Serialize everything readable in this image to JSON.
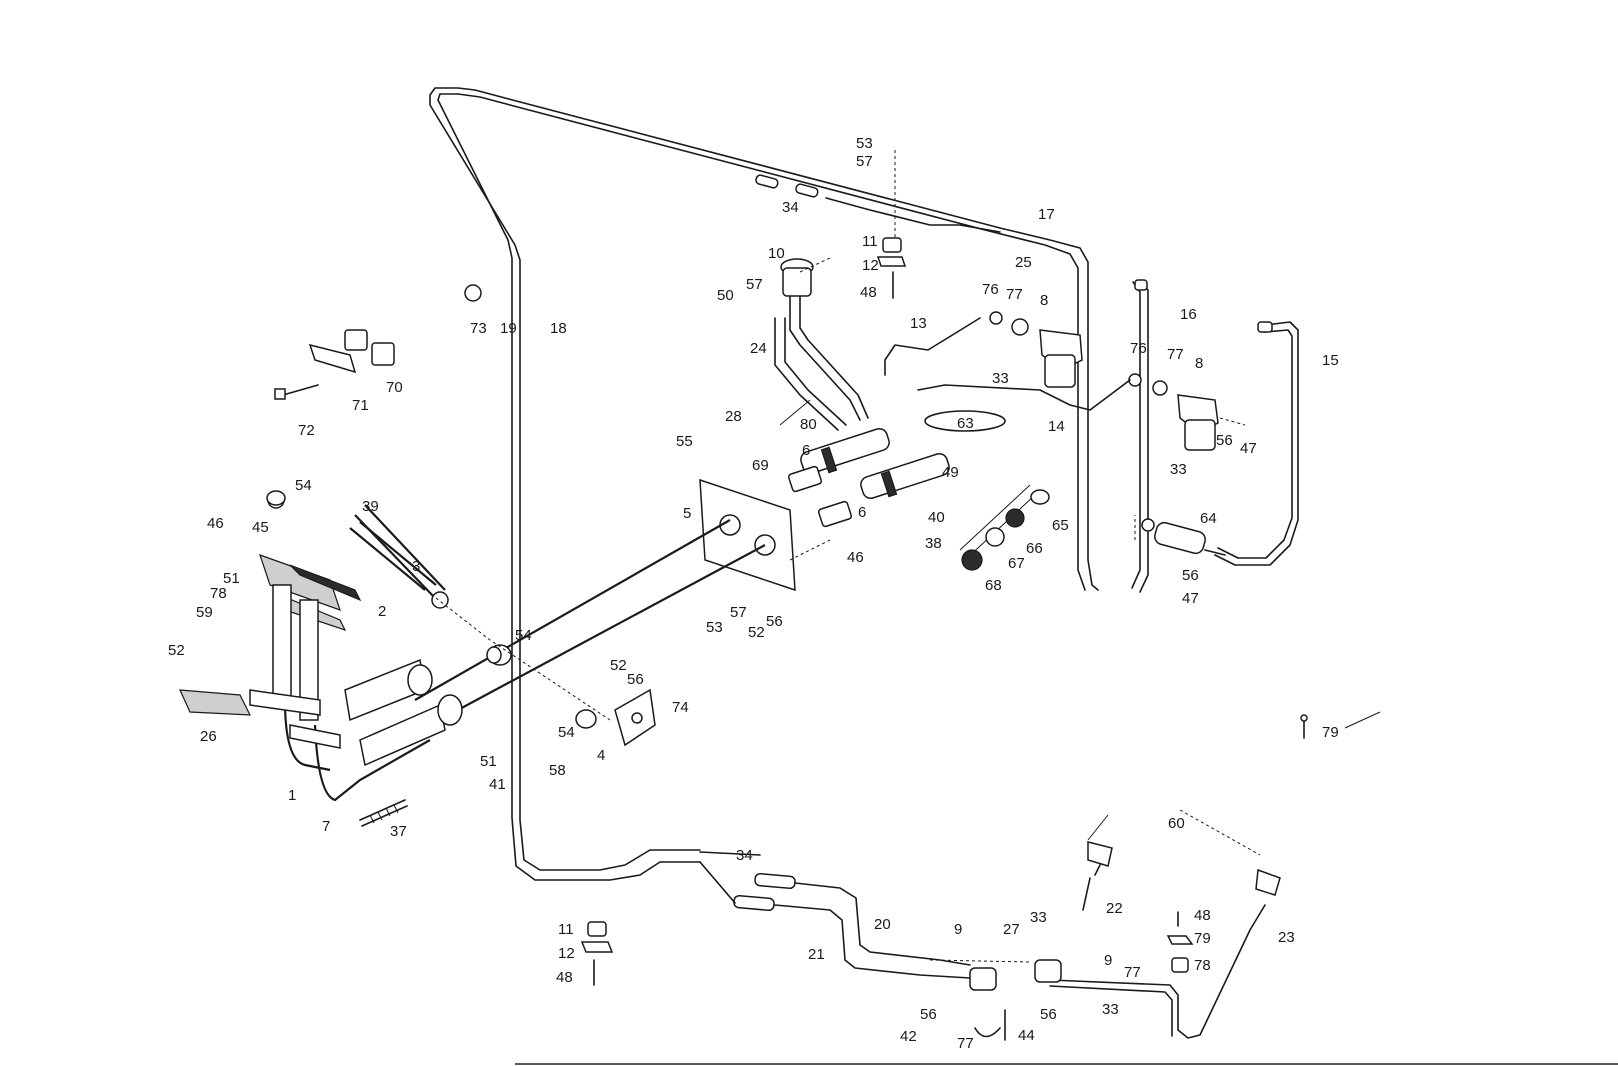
{
  "labels": [
    {
      "id": "l53a",
      "text": "53"
    },
    {
      "id": "l57a",
      "text": "57"
    },
    {
      "id": "l34a",
      "text": "34"
    },
    {
      "id": "l17",
      "text": "17"
    },
    {
      "id": "l25",
      "text": "25"
    },
    {
      "id": "l10",
      "text": "10"
    },
    {
      "id": "l11a",
      "text": "11"
    },
    {
      "id": "l12a",
      "text": "12"
    },
    {
      "id": "l48a",
      "text": "48"
    },
    {
      "id": "l57b",
      "text": "57"
    },
    {
      "id": "l50",
      "text": "50"
    },
    {
      "id": "l76a",
      "text": "76"
    },
    {
      "id": "l77a",
      "text": "77"
    },
    {
      "id": "l8a",
      "text": "8"
    },
    {
      "id": "l16",
      "text": "16"
    },
    {
      "id": "l15",
      "text": "15"
    },
    {
      "id": "l73",
      "text": "73"
    },
    {
      "id": "l19",
      "text": "19"
    },
    {
      "id": "l18",
      "text": "18"
    },
    {
      "id": "l70",
      "text": "70"
    },
    {
      "id": "l71",
      "text": "71"
    },
    {
      "id": "l72",
      "text": "72"
    },
    {
      "id": "l24",
      "text": "24"
    },
    {
      "id": "l13",
      "text": "13"
    },
    {
      "id": "l33a",
      "text": "33"
    },
    {
      "id": "l76b",
      "text": "76"
    },
    {
      "id": "l77b",
      "text": "77"
    },
    {
      "id": "l8b",
      "text": "8"
    },
    {
      "id": "l28",
      "text": "28"
    },
    {
      "id": "l80",
      "text": "80"
    },
    {
      "id": "l63",
      "text": "63"
    },
    {
      "id": "l14",
      "text": "14"
    },
    {
      "id": "l56a",
      "text": "56"
    },
    {
      "id": "l47a",
      "text": "47"
    },
    {
      "id": "l33b",
      "text": "33"
    },
    {
      "id": "l55",
      "text": "55"
    },
    {
      "id": "l69",
      "text": "69"
    },
    {
      "id": "l6a",
      "text": "6"
    },
    {
      "id": "l49",
      "text": "49"
    },
    {
      "id": "l5",
      "text": "5"
    },
    {
      "id": "l6b",
      "text": "6"
    },
    {
      "id": "l40",
      "text": "40"
    },
    {
      "id": "l65",
      "text": "65"
    },
    {
      "id": "l38",
      "text": "38"
    },
    {
      "id": "l66",
      "text": "66"
    },
    {
      "id": "l67",
      "text": "67"
    },
    {
      "id": "l68",
      "text": "68"
    },
    {
      "id": "l64",
      "text": "64"
    },
    {
      "id": "l56b",
      "text": "56"
    },
    {
      "id": "l47b",
      "text": "47"
    },
    {
      "id": "l54a",
      "text": "54"
    },
    {
      "id": "l39",
      "text": "39"
    },
    {
      "id": "l46a",
      "text": "46"
    },
    {
      "id": "l45",
      "text": "45"
    },
    {
      "id": "l3",
      "text": "3"
    },
    {
      "id": "l51a",
      "text": "51"
    },
    {
      "id": "l78a",
      "text": "78"
    },
    {
      "id": "l59",
      "text": "59"
    },
    {
      "id": "l2",
      "text": "2"
    },
    {
      "id": "l52a",
      "text": "52"
    },
    {
      "id": "l46b",
      "text": "46"
    },
    {
      "id": "l53b",
      "text": "53"
    },
    {
      "id": "l57c",
      "text": "57"
    },
    {
      "id": "l52b",
      "text": "52"
    },
    {
      "id": "l56c",
      "text": "56"
    },
    {
      "id": "l54b",
      "text": "54"
    },
    {
      "id": "l52c",
      "text": "52"
    },
    {
      "id": "l56d",
      "text": "56"
    },
    {
      "id": "l26",
      "text": "26"
    },
    {
      "id": "l74",
      "text": "74"
    },
    {
      "id": "l54c",
      "text": "54"
    },
    {
      "id": "l4",
      "text": "4"
    },
    {
      "id": "l51b",
      "text": "51"
    },
    {
      "id": "l41",
      "text": "41"
    },
    {
      "id": "l58",
      "text": "58"
    },
    {
      "id": "l1",
      "text": "1"
    },
    {
      "id": "l7",
      "text": "7"
    },
    {
      "id": "l37",
      "text": "37"
    },
    {
      "id": "l79a",
      "text": "79"
    },
    {
      "id": "l60",
      "text": "60"
    },
    {
      "id": "l34b",
      "text": "34"
    },
    {
      "id": "l22",
      "text": "22"
    },
    {
      "id": "l48b",
      "text": "48"
    },
    {
      "id": "l79b",
      "text": "79"
    },
    {
      "id": "l23",
      "text": "23"
    },
    {
      "id": "l78b",
      "text": "78"
    },
    {
      "id": "l11b",
      "text": "11"
    },
    {
      "id": "l12b",
      "text": "12"
    },
    {
      "id": "l48c",
      "text": "48"
    },
    {
      "id": "l20",
      "text": "20"
    },
    {
      "id": "l21",
      "text": "21"
    },
    {
      "id": "l9a",
      "text": "9"
    },
    {
      "id": "l27",
      "text": "27"
    },
    {
      "id": "l33c",
      "text": "33"
    },
    {
      "id": "l9b",
      "text": "9"
    },
    {
      "id": "l77c",
      "text": "77"
    },
    {
      "id": "l56e",
      "text": "56"
    },
    {
      "id": "l56f",
      "text": "56"
    },
    {
      "id": "l33d",
      "text": "33"
    },
    {
      "id": "l42",
      "text": "42"
    },
    {
      "id": "l77d",
      "text": "77"
    },
    {
      "id": "l44",
      "text": "44"
    }
  ]
}
